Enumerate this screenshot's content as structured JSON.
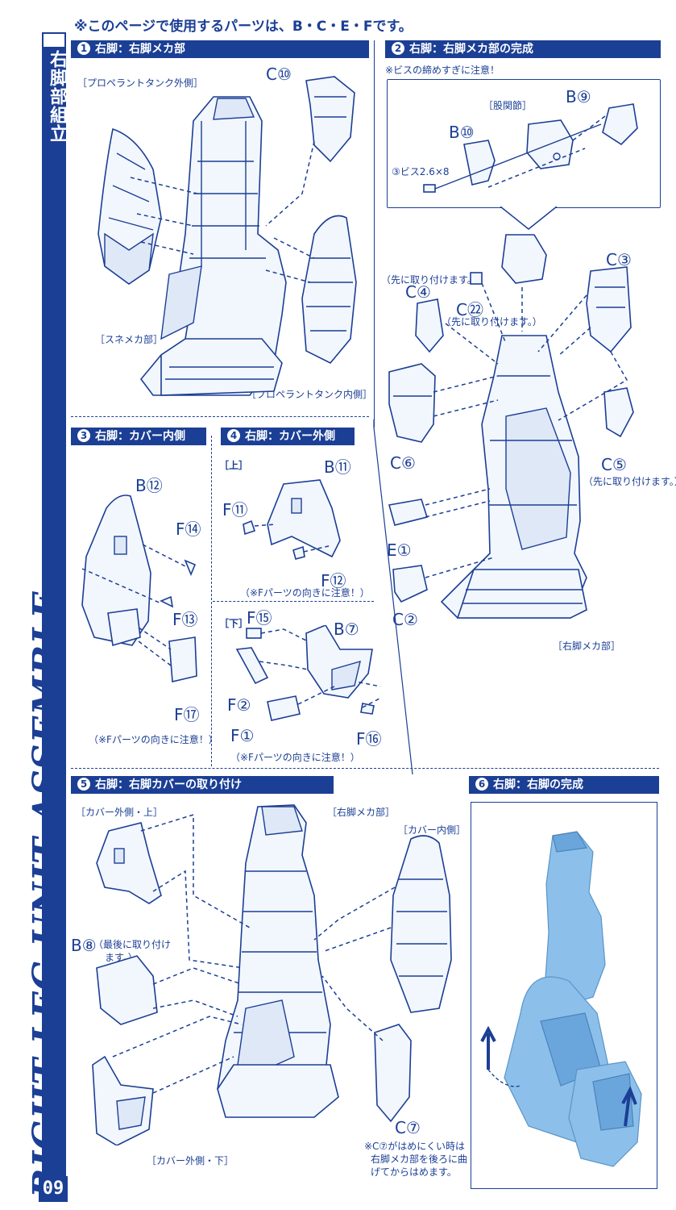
{
  "top_note": "※このページで使用するパーツは、B・C・E・Fです。",
  "sidebar": {
    "jp_title": "右脚部組立",
    "en_title": "RIGHT LEG UNIT ASSEMBLE",
    "page_number": "09"
  },
  "step1": {
    "num": "1",
    "title": "右脚：右脚メカ部",
    "labels": {
      "propellant_outer": "［プロペラントタンク外側］",
      "sune_mecha": "［スネメカ部］",
      "propellant_inner": "［プロペラントタンク内側］",
      "c10": "C⑩"
    }
  },
  "step2": {
    "num": "2",
    "title": "右脚：右脚メカ部の完成",
    "screw_note": "※ビスの締めすぎに注意！",
    "labels": {
      "hip_joint": "［股関節］",
      "b9": "B⑨",
      "b10": "B⑩",
      "screw": "③ビス2.6×8",
      "pre_attach_1": "（先に取り付けます。）",
      "c4": "C④",
      "c22": "C㉒",
      "pre_attach_2": "（先に取り付けます。）",
      "c3": "C③",
      "c6": "C⑥",
      "c5": "C⑤",
      "pre_attach_3": "（先に取り付けます。）",
      "e1": "E①",
      "c2": "C②",
      "leg_mecha": "［右脚メカ部］"
    }
  },
  "step3": {
    "num": "3",
    "title": "右脚：カバー内側",
    "labels": {
      "b12": "B⑫",
      "f14": "F⑭",
      "f13": "F⑬",
      "f17": "F⑰"
    },
    "caution": "（※Fパーツの向きに注意！）"
  },
  "step4": {
    "num": "4",
    "title": "右脚：カバー外側",
    "upper_tag": "［上］",
    "lower_tag": "［下］",
    "labels": {
      "b11": "B⑪",
      "f11": "F⑪",
      "f12": "F⑫",
      "f15": "F⑮",
      "b7": "B⑦",
      "f2": "F②",
      "f1": "F①",
      "f16": "F⑯"
    },
    "caution_upper": "（※Fパーツの向きに注意！）",
    "caution_lower": "（※Fパーツの向きに注意！）"
  },
  "step5": {
    "num": "5",
    "title": "右脚：右脚カバーの取り付け",
    "labels": {
      "cover_outer_upper": "［カバー外側・上］",
      "leg_mecha": "［右脚メカ部］",
      "cover_inner": "［カバー内側］",
      "b8": "B⑧",
      "b8_note_1": "（最後に取り付け",
      "b8_note_2": "ます。）",
      "cover_outer_lower": "［カバー外側・下］",
      "c7": "C⑦"
    },
    "c7_note": [
      "※C⑦がはめにくい時は",
      "右脚メカ部を後ろに曲",
      "げてからはめます。"
    ]
  },
  "step6": {
    "num": "6",
    "title": "右脚：右脚の完成"
  },
  "colors": {
    "brand_blue": "#1b3f95",
    "completed_part": "#8cc0ea"
  }
}
